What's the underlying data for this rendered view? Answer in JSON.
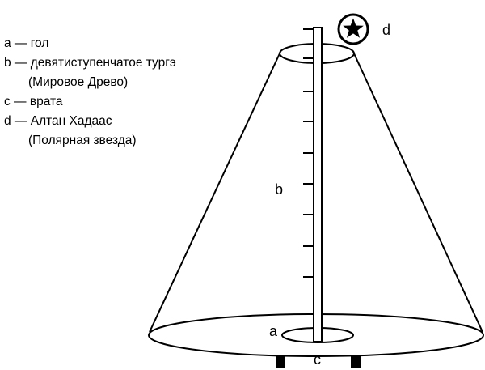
{
  "legend": {
    "a": "a — гол",
    "b_line1": "b — девятиступенчатое тургэ",
    "b_line2": "(Мировое Древо)",
    "c": "c — врата",
    "d_line1": "d — Алтан Хадаас",
    "d_line2": "(Полярная звезда)"
  },
  "labels": {
    "a": "a",
    "b": "b",
    "c": "c",
    "d": "d"
  },
  "colors": {
    "ink": "#000000",
    "paper": "#ffffff"
  },
  "icons": {
    "star": "star-icon",
    "gate_posts": "square-post-icon"
  }
}
